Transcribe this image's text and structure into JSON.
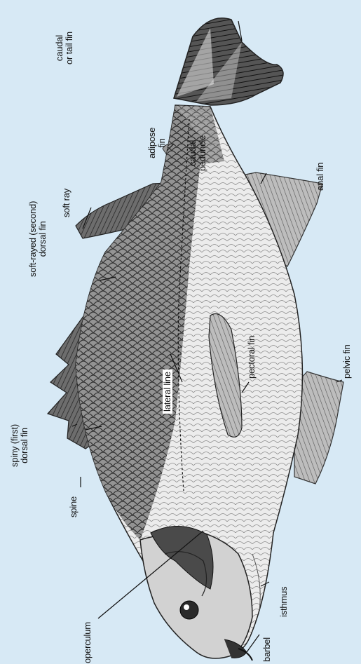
{
  "diagram": {
    "background_color": "#d7e9f5",
    "labels": {
      "caudal_fin": [
        "caudal",
        "or tail fin"
      ],
      "adipose_fin": [
        "adipose",
        "fin"
      ],
      "caudal_peduncle": [
        "caudal",
        "peduncle"
      ],
      "anal_fin": "anal fin",
      "soft_ray": "soft ray",
      "soft_dorsal_fin": [
        "soft-rayed (second)",
        "dorsal fin"
      ],
      "pectoral_fin": "pectoral fin",
      "pelvic_fin": "pelvic fin",
      "lateral_line": "lateral line",
      "spiny_dorsal_fin": [
        "spiny (first)",
        "dorsal fin"
      ],
      "spine": "spine",
      "operculum": "operculum",
      "isthmus": "isthmus",
      "barbel": "barbel"
    }
  }
}
